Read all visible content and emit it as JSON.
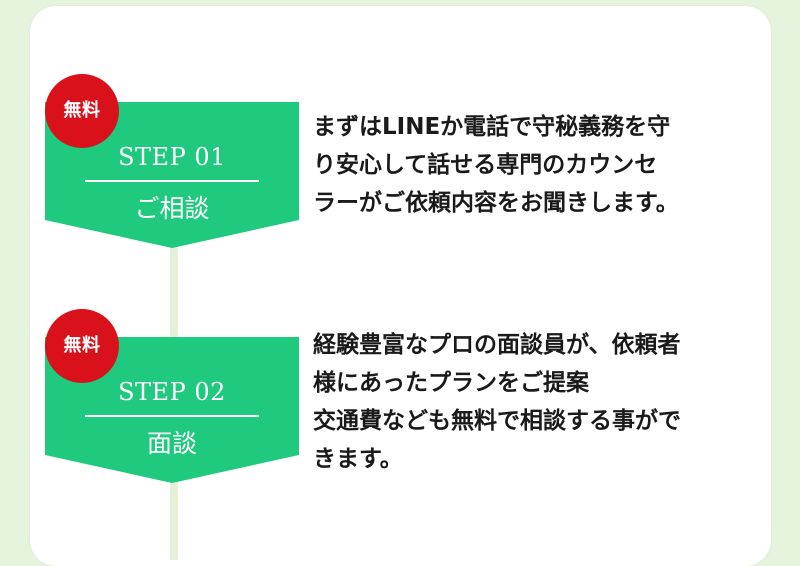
{
  "colors": {
    "page_background": "#e6f3dd",
    "card_background": "#ffffff",
    "step_green": "#1fc97e",
    "badge_red": "#d9111b",
    "timeline": "#e4f1d6",
    "text": "#1a1a1a"
  },
  "steps": [
    {
      "badge": "無料",
      "label": "STEP 01",
      "title": "ご相談",
      "description": "まずはLINEか電話で守秘義務を守\nり安心して話せる専門のカウンセ\nラーがご依頼内容をお聞きします。"
    },
    {
      "badge": "無料",
      "label": "STEP 02",
      "title": "面談",
      "description": "経験豊富なプロの面談員が、依頼者\n様にあったプランをご提案\n交通費なども無料で相談する事がで\nきます。"
    }
  ]
}
